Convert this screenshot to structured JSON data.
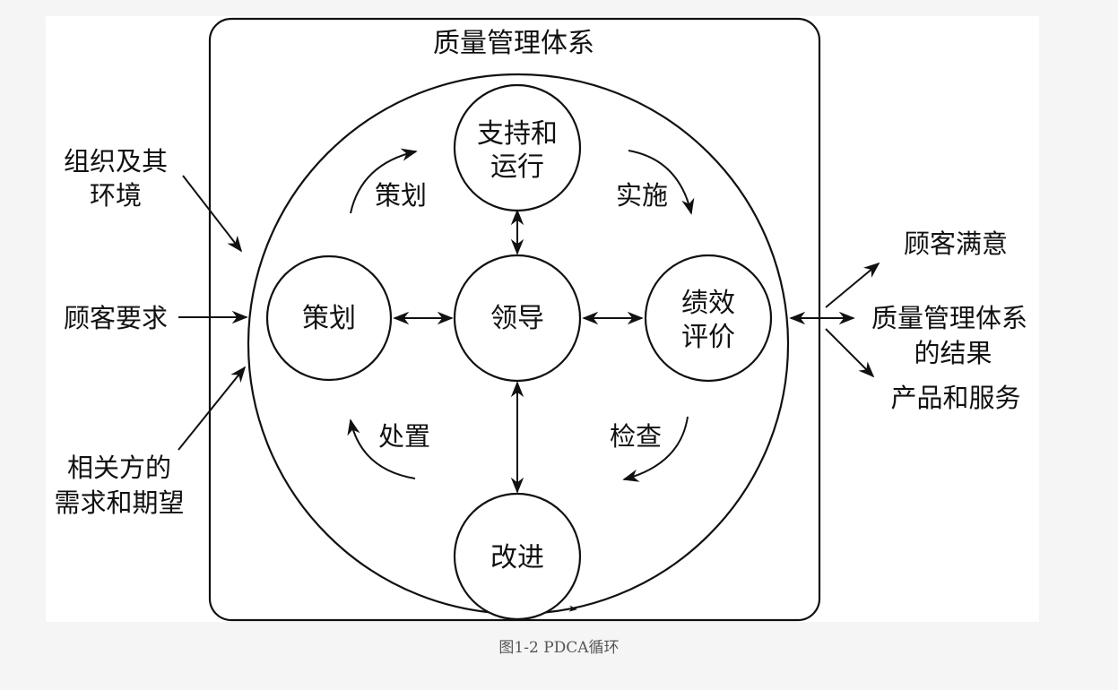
{
  "system_title": "质量管理体系",
  "nodes": {
    "top": [
      "支持和",
      "运行"
    ],
    "left": [
      "策划"
    ],
    "center": [
      "领导"
    ],
    "right": [
      "绩效",
      "评价"
    ],
    "bottom": [
      "改进"
    ]
  },
  "cycle_labels": {
    "plan": "策划",
    "do": "实施",
    "check": "检查",
    "act": "处置"
  },
  "inputs": {
    "context": [
      "组织及其",
      "环境"
    ],
    "customer_requirements": "顾客要求",
    "interested_parties": [
      "相关方的",
      "需求和期望"
    ]
  },
  "outputs": {
    "satisfaction": "顾客满意",
    "results": [
      "质量管理体系",
      "的结果"
    ],
    "products": "产品和服务"
  },
  "caption": "图1-2 PDCA循环"
}
